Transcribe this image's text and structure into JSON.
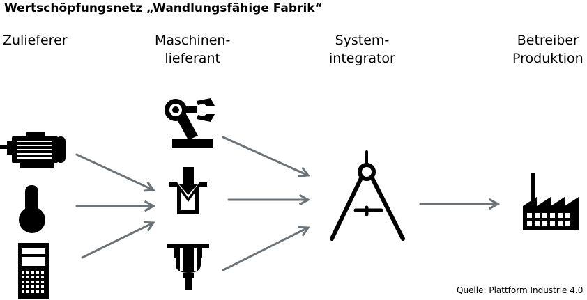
{
  "title": "Wertschöpfungsnetz „Wandlungsfähige Fabrik“",
  "columns": [
    {
      "id": "zulieferer",
      "lines": [
        "Zulieferer"
      ]
    },
    {
      "id": "maschinenlieferant",
      "lines": [
        "Maschinen-",
        "lieferant"
      ]
    },
    {
      "id": "systemintegrator",
      "lines": [
        "System-",
        "integrator"
      ]
    },
    {
      "id": "betreiber",
      "lines": [
        "Betreiber",
        "Produktion"
      ]
    }
  ],
  "source": "Quelle: Plattform Industrie 4.0",
  "colors": {
    "arrow": "#6b7378",
    "icon": "#000000",
    "text": "#000000"
  },
  "icons": {
    "supplier": [
      "electric-motor-icon",
      "sensor-icon",
      "controller-icon"
    ],
    "machine": [
      "robot-arm-icon",
      "press-brake-icon",
      "spindle-icon"
    ],
    "integrator": "compass-icon",
    "operator": "factory-icon"
  }
}
